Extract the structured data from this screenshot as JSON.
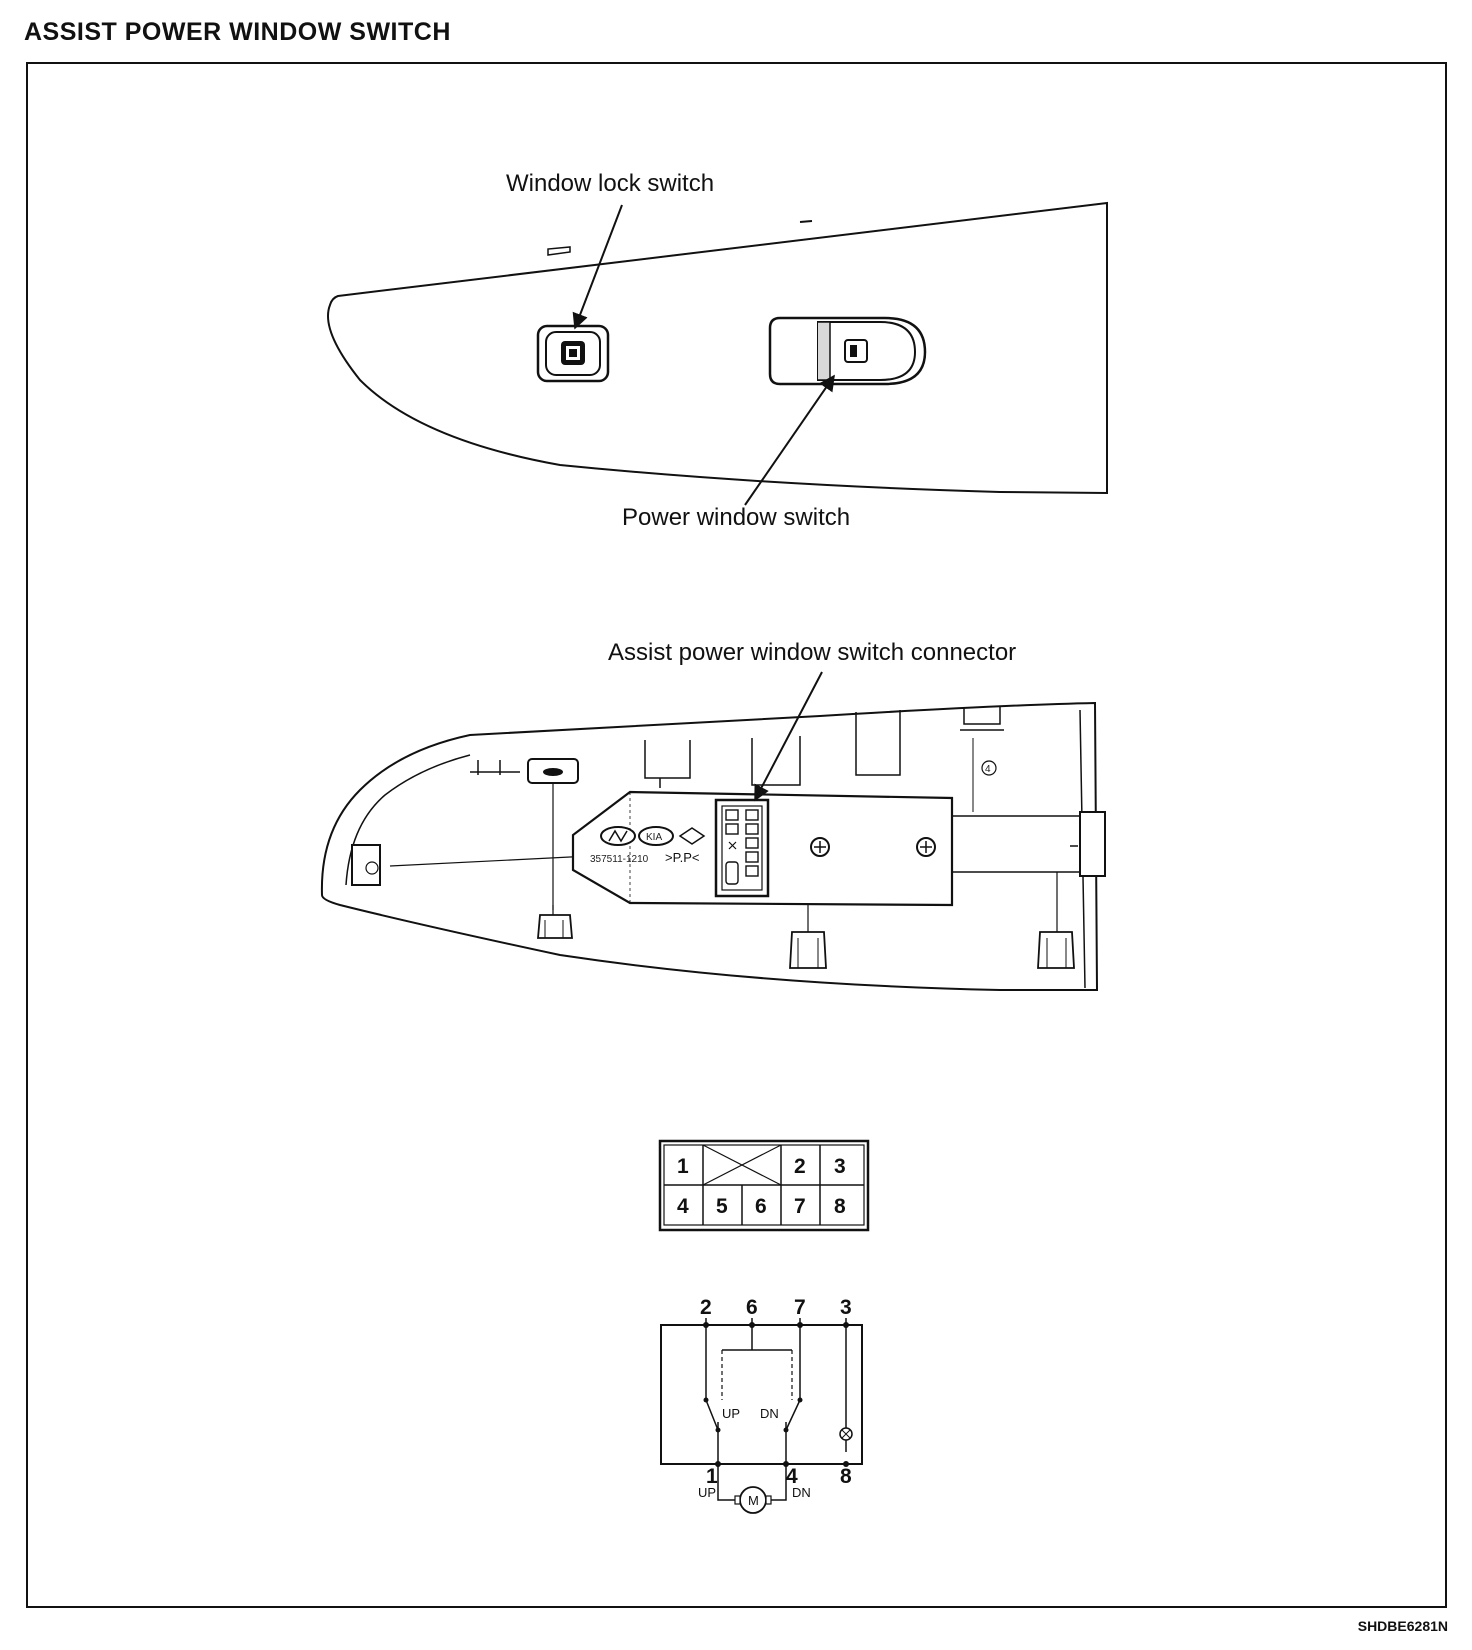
{
  "title": "ASSIST POWER WINDOW SWITCH",
  "figure_code": "SHDBE6281N",
  "labels": {
    "window_lock_switch": "Window lock switch",
    "power_window_switch": "Power window switch",
    "connector": "Assist power window switch connector"
  },
  "connector_pins": {
    "top_row": [
      "1",
      "2",
      "3"
    ],
    "bottom_row": [
      "4",
      "5",
      "6",
      "7",
      "8"
    ]
  },
  "circuit": {
    "top_terminals": [
      "2",
      "6",
      "7",
      "3"
    ],
    "bottom_terminals": [
      "1",
      "4",
      "8"
    ],
    "switch_up": "UP",
    "switch_dn": "DN",
    "motor_up": "UP",
    "motor_dn": "DN",
    "motor": "M"
  },
  "part_markings": {
    "part_number": "357511-1210",
    "material": ">P.P<",
    "brand_1": "KIA",
    "ref": "4"
  }
}
